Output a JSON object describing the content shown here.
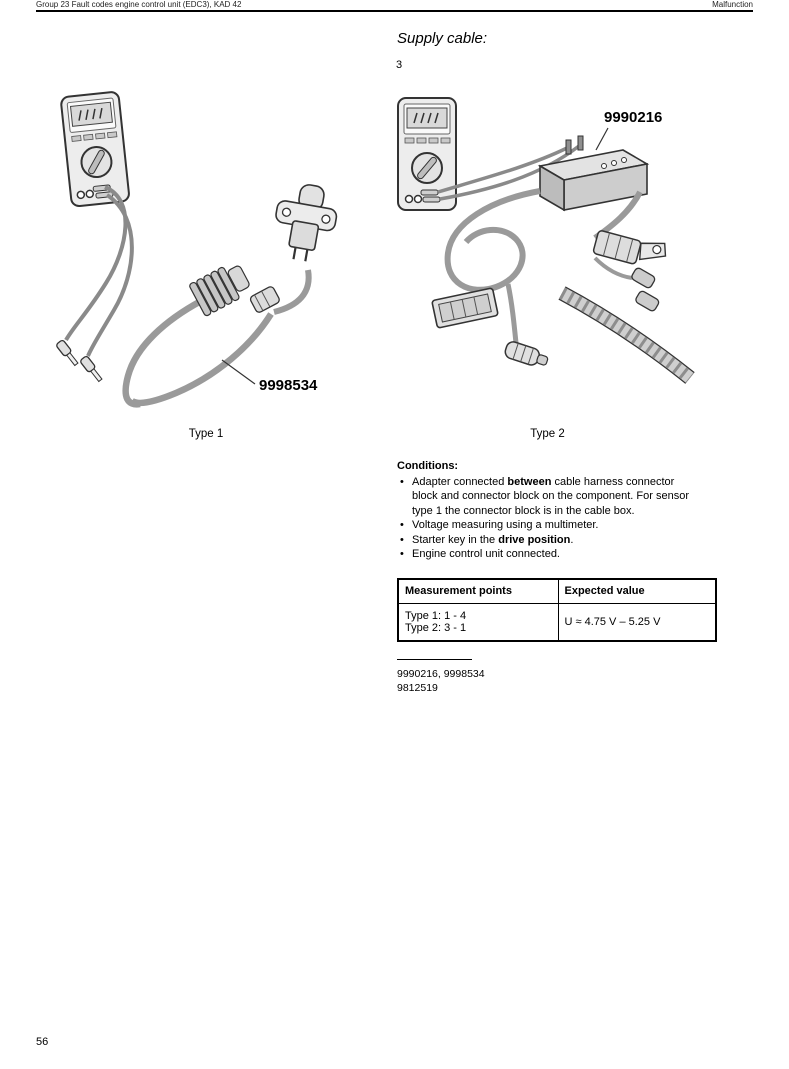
{
  "header": {
    "left": "Group 23 Fault codes engine control unit (EDC3), KAD 42",
    "right": "Malfunction"
  },
  "section": {
    "title": "Supply cable:",
    "step": "3"
  },
  "figures": {
    "fig1": {
      "part_label": "9998534",
      "caption": "Type 1"
    },
    "fig2": {
      "part_label": "9990216",
      "caption": "Type 2"
    }
  },
  "conditions": {
    "heading": "Conditions:",
    "items": [
      {
        "prefix": "Adapter connected ",
        "bold": "between",
        "suffix": " cable harness connector block and connector block on the component. For sensor type 1 the connector block is in the cable box."
      },
      {
        "prefix": "Voltage measuring using a multimeter.",
        "bold": "",
        "suffix": ""
      },
      {
        "prefix": "Starter key in the ",
        "bold": "drive position",
        "suffix": "."
      },
      {
        "prefix": "Engine control unit connected.",
        "bold": "",
        "suffix": ""
      }
    ]
  },
  "table": {
    "headers": [
      "Measurement points",
      "Expected value"
    ],
    "row": {
      "points": [
        "Type 1: 1 - 4",
        "Type 2: 3 - 1"
      ],
      "expected": "U ≈ 4.75 V – 5.25 V"
    }
  },
  "footnote": {
    "parts": "9990216, 9998534",
    "doc": "9812519"
  },
  "page_number": "56"
}
